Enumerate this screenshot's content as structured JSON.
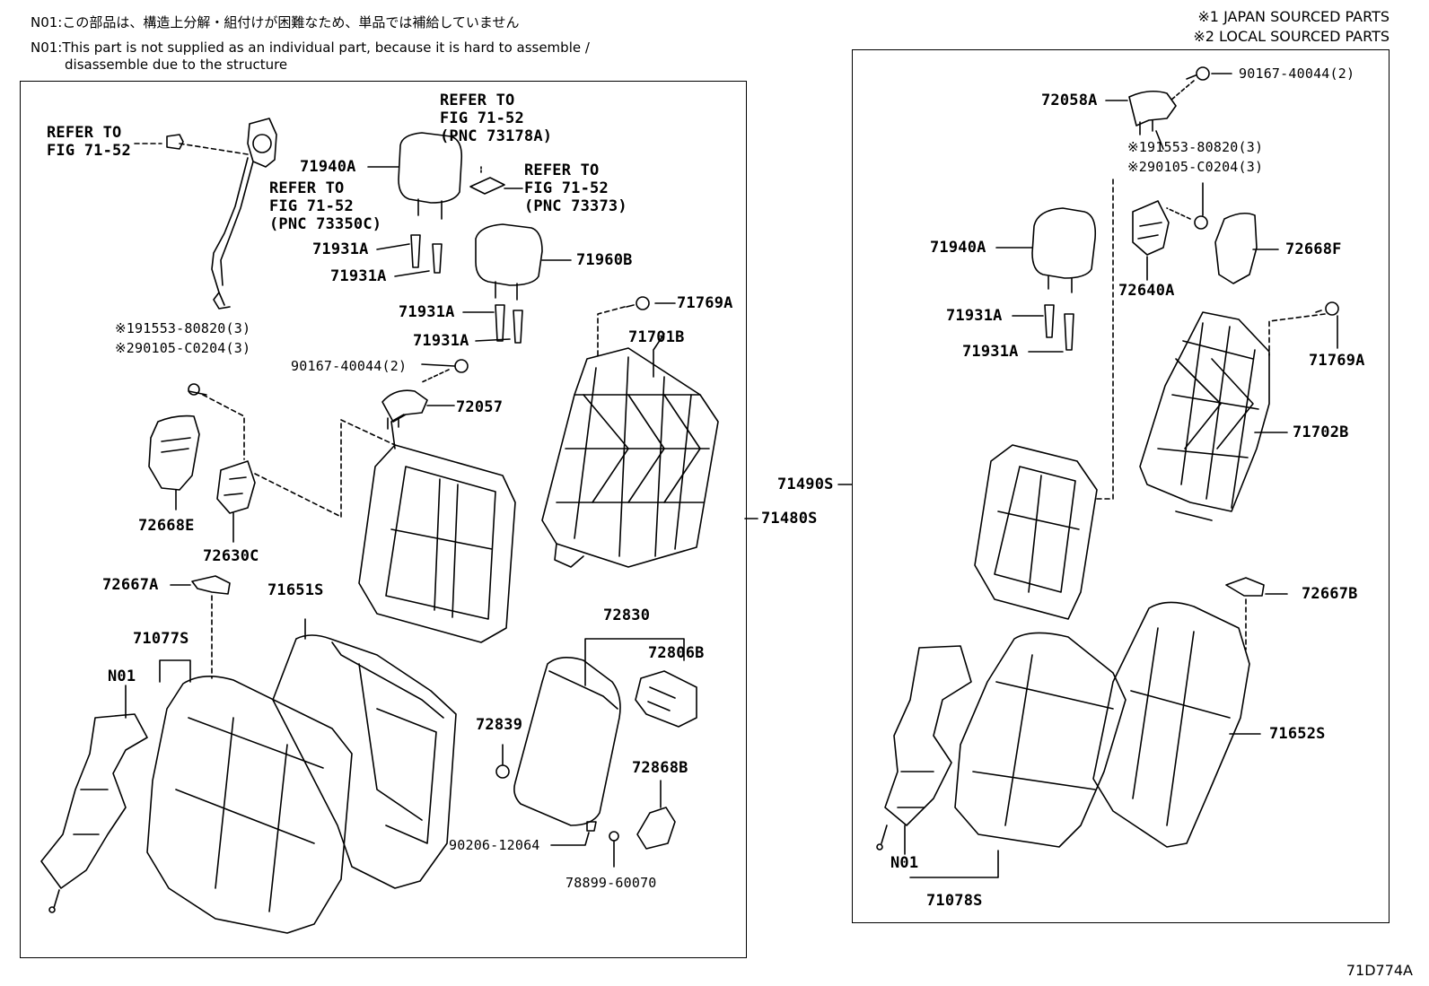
{
  "notes": {
    "jp": "N01:この部品は、構造上分解・組付けが困難なため、単品では補給していません",
    "en1": "N01:This part is not supplied as an individual part, because it is hard to assemble /",
    "en2": "disassemble due to the structure"
  },
  "legend": {
    "line1": "※1 JAPAN SOURCED PARTS",
    "line2": "※2 LOCAL SOURCED PARTS"
  },
  "figure_id": "71D774A",
  "left_panel": {
    "refer1": "REFER TO\nFIG 71-52",
    "refer2": "REFER TO\nFIG 71-52\n(PNC 73350C)",
    "refer3": "REFER TO\nFIG 71-52\n(PNC 73178A)",
    "refer4": "REFER TO\nFIG 71-52\n(PNC 73373)",
    "p71940A": "71940A",
    "p71931A_1": "71931A",
    "p71931A_2": "71931A",
    "p71960B": "71960B",
    "p71931A_3": "71931A",
    "p71931A_4": "71931A",
    "p71769A": "71769A",
    "p71701B": "71701B",
    "s191553": "※191553-80820(3)",
    "s290105": "※290105-C0204(3)",
    "p90167": "90167-40044(2)",
    "p72057": "72057",
    "p72668E": "72668E",
    "p72630C": "72630C",
    "p72667A": "72667A",
    "p71651S": "71651S",
    "p71077S": "71077S",
    "n01": "N01",
    "p72830": "72830",
    "p72806B": "72806B",
    "p72839": "72839",
    "p72868B": "72868B",
    "p90206": "90206-12064",
    "p78899": "78899-60070",
    "p71480S": "71480S"
  },
  "right_panel": {
    "p71490S": "71490S",
    "p90167": "90167-40044(2)",
    "p72058A": "72058A",
    "s191553": "※191553-80820(3)",
    "s290105": "※290105-C0204(3)",
    "p71940A": "71940A",
    "p72668F": "72668F",
    "p72640A": "72640A",
    "p71931A_1": "71931A",
    "p71931A_2": "71931A",
    "p71769A": "71769A",
    "p71702B": "71702B",
    "p72667B": "72667B",
    "p71652S": "71652S",
    "n01": "N01",
    "p71078S": "71078S"
  }
}
